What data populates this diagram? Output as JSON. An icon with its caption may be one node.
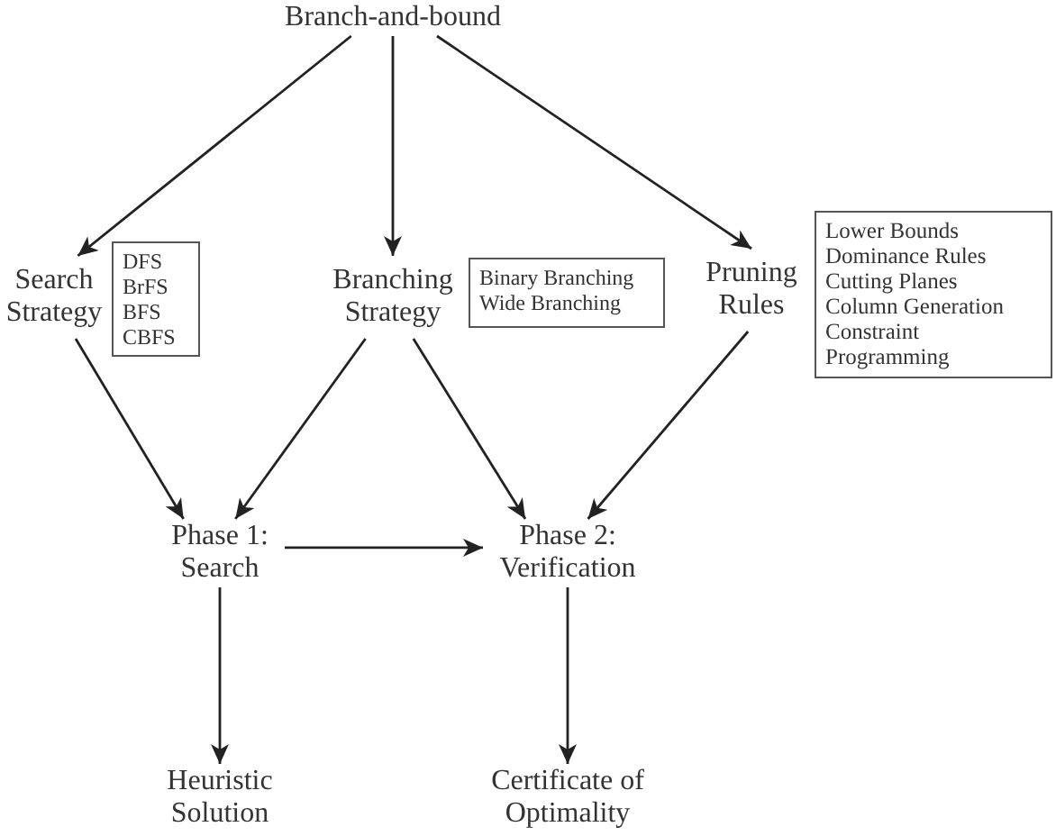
{
  "diagram": {
    "nodes": [
      {
        "text": [
          "Branch-and-bound"
        ]
      },
      {
        "text": [
          "Search Strategy"
        ]
      },
      {
        "text": [
          "DFS",
          "BrFS",
          "BFS",
          "CBFS"
        ]
      },
      {
        "text": [
          "Branching Strategy"
        ]
      },
      {
        "text": [
          "Binary Branching",
          "Wide Branching"
        ]
      },
      {
        "text": [
          "Pruning Rules"
        ]
      },
      {
        "text": [
          "Lower Bounds",
          "Dominance Rules",
          "Cutting Planes",
          "Column Generation",
          "Constraint Programming"
        ]
      },
      {
        "text": [
          "Phase 1: Search"
        ]
      },
      {
        "text": [
          "Phase 2: Verification"
        ]
      },
      {
        "text": [
          "Heuristic Solution"
        ]
      },
      {
        "text": [
          "Certificate of Optimality"
        ]
      }
    ],
    "edges": [
      {
        "from": 0,
        "to": 1,
        "arrow": "to"
      },
      {
        "from": 0,
        "to": 3,
        "arrow": "to"
      },
      {
        "from": 0,
        "to": 5,
        "arrow": "to"
      },
      {
        "from": 1,
        "to": 7,
        "arrow": "to"
      },
      {
        "from": 3,
        "to": 7,
        "arrow": "to"
      },
      {
        "from": 3,
        "to": 8,
        "arrow": "to"
      },
      {
        "from": 5,
        "to": 8,
        "arrow": "to"
      },
      {
        "from": 7,
        "to": 8,
        "arrow": "to"
      },
      {
        "from": 7,
        "to": 9,
        "arrow": "to"
      },
      {
        "from": 8,
        "to": 10,
        "arrow": "to"
      }
    ]
  }
}
